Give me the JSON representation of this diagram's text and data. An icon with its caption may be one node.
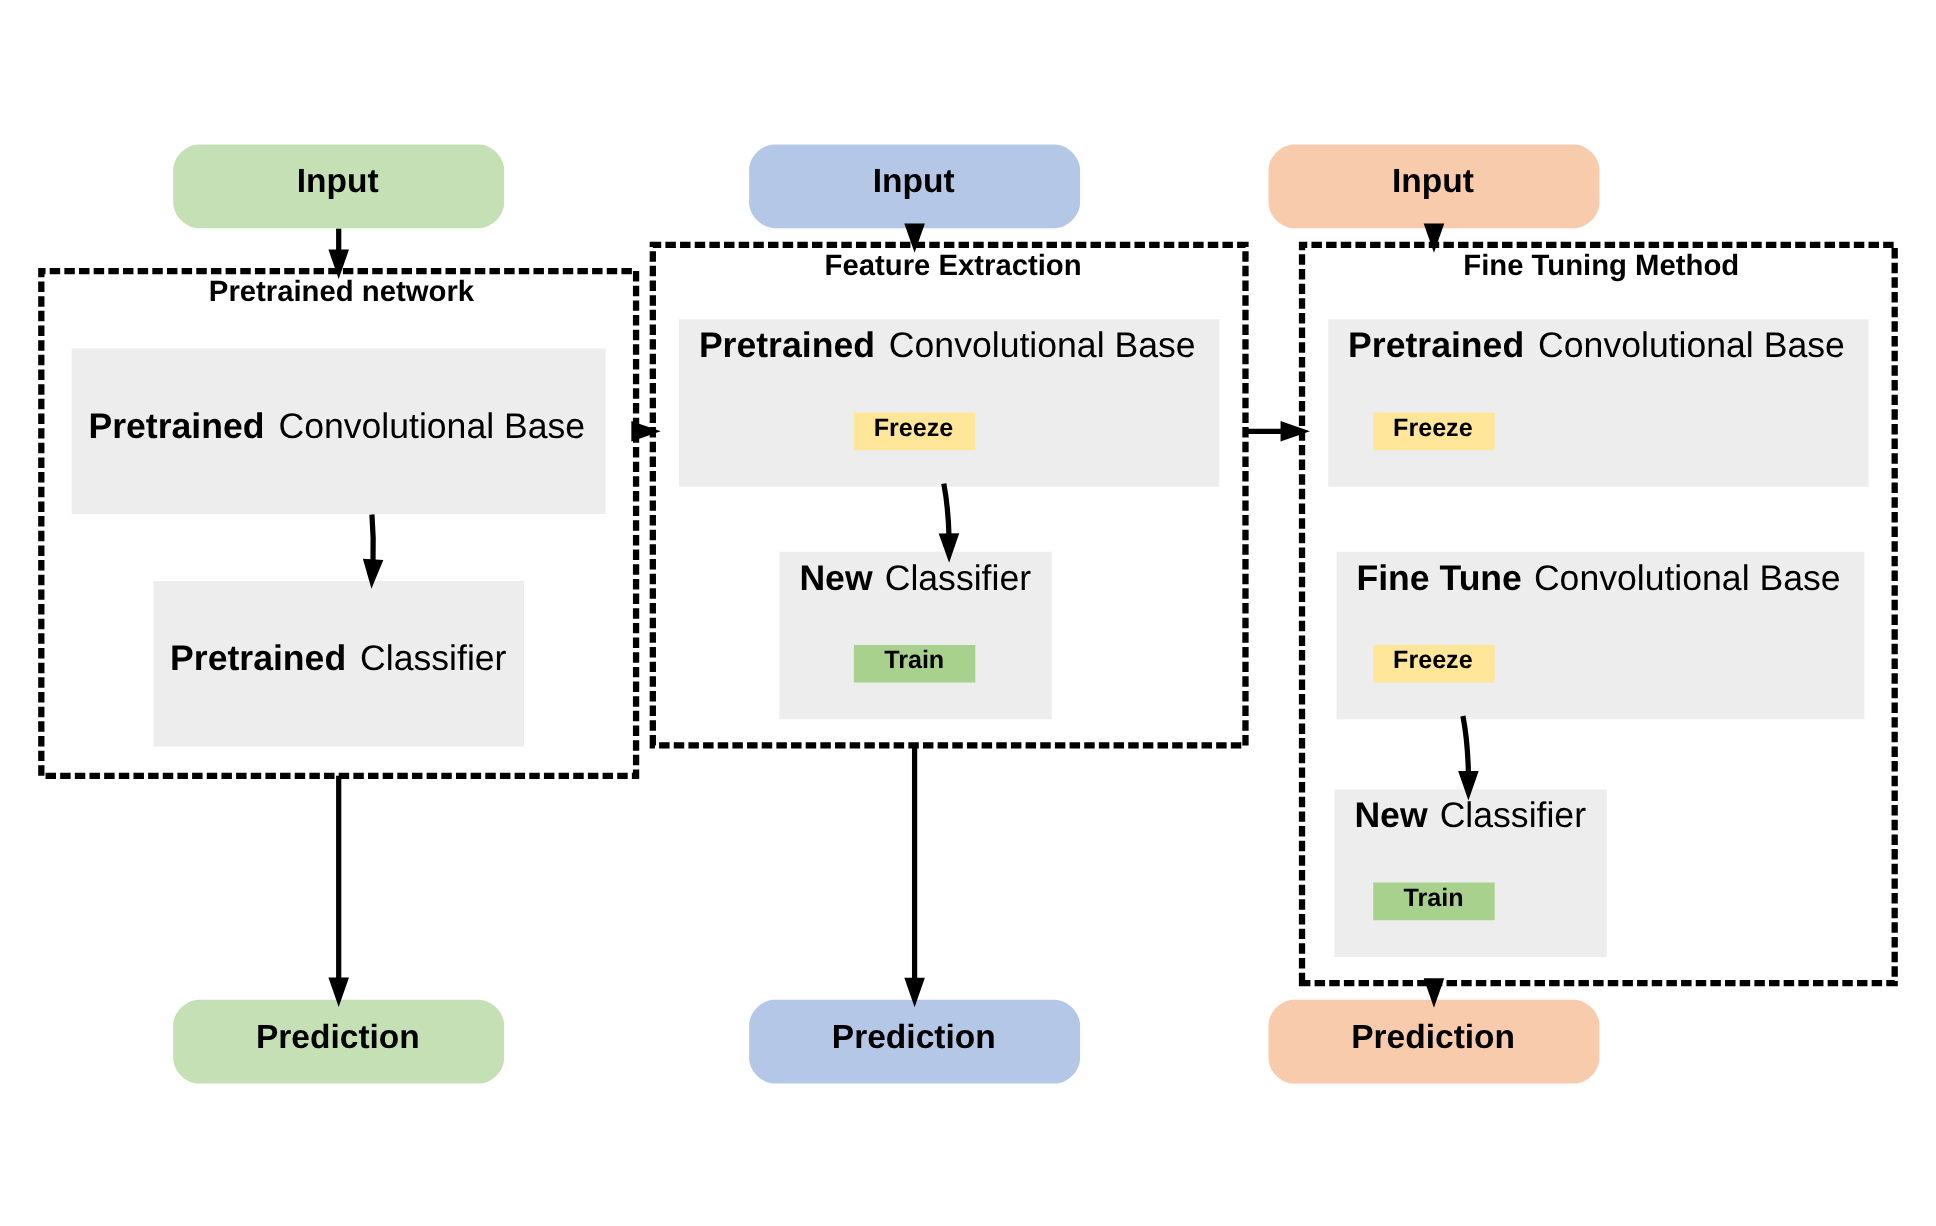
{
  "diagram": {
    "nodes": [
      {
        "text": [
          "Input"
        ]
      },
      {
        "text": [
          "Pretrained network"
        ]
      },
      {
        "text": [
          "**Pretrained** Convolutional Base"
        ],
        "in": 1
      },
      {
        "text": [
          "**Pretrained** Classifier"
        ],
        "in": 1
      },
      {
        "text": [
          "Prediction"
        ]
      },
      {
        "text": [
          "Input"
        ]
      },
      {
        "text": [
          "Feature Extraction"
        ]
      },
      {
        "text": [
          "**Pretrained** Convolutional Base"
        ],
        "in": 6
      },
      {
        "text": [
          "Freeze"
        ],
        "in": 7
      },
      {
        "text": [
          "**New** Classifier"
        ],
        "in": 6
      },
      {
        "text": [
          "Train"
        ],
        "in": 9
      },
      {
        "text": [
          "Prediction"
        ]
      },
      {
        "text": [
          "Input"
        ]
      },
      {
        "text": [
          "Fine Tuning Method"
        ]
      },
      {
        "text": [
          "**Pretrained** Convolutional Base"
        ],
        "in": 13
      },
      {
        "text": [
          "Freeze"
        ],
        "in": 14
      },
      {
        "text": [
          "**Fine Tune** Convolutional Base"
        ],
        "in": 13
      },
      {
        "text": [
          "Freeze"
        ],
        "in": 16
      },
      {
        "text": [
          "**New** Classifier"
        ],
        "in": 13
      },
      {
        "text": [
          "Train"
        ],
        "in": 18
      },
      {
        "text": [
          "Prediction"
        ]
      }
    ],
    "edges": [
      {
        "from": 0,
        "to": 1,
        "arrow": "to"
      },
      {
        "from": 2,
        "to": 3,
        "arrow": "to"
      },
      {
        "from": 1,
        "to": 4,
        "arrow": "to"
      },
      {
        "from": 1,
        "to": 6,
        "arrow": "to"
      },
      {
        "from": 5,
        "to": 6,
        "arrow": "to"
      },
      {
        "from": 7,
        "to": 9,
        "arrow": "to"
      },
      {
        "from": 6,
        "to": 11,
        "arrow": "to"
      },
      {
        "from": 6,
        "to": 13,
        "arrow": "to"
      },
      {
        "from": 12,
        "to": 13,
        "arrow": "to"
      },
      {
        "from": 16,
        "to": 18,
        "arrow": "to"
      },
      {
        "from": 13,
        "to": 20,
        "arrow": "to"
      }
    ]
  }
}
